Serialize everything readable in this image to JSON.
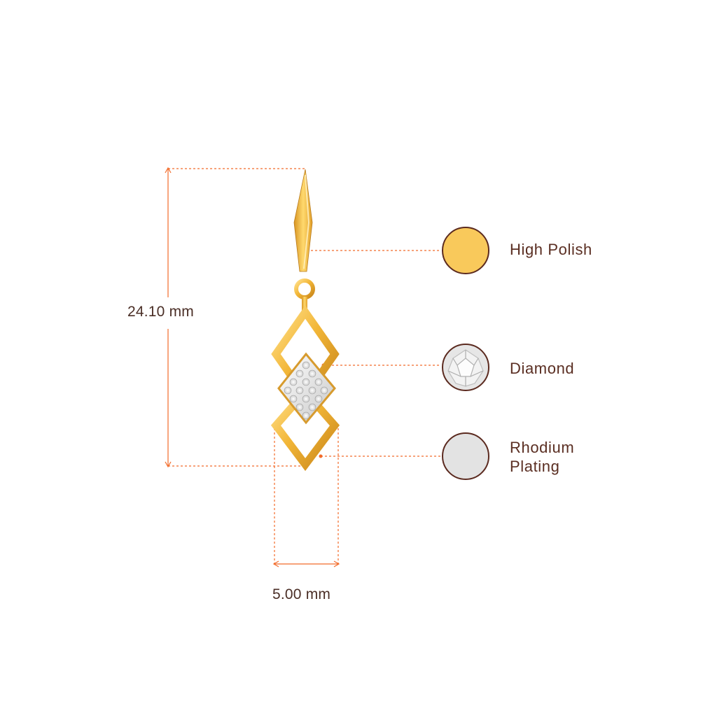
{
  "dimensions": {
    "height_label": "24.10 mm",
    "width_label": "5.00 mm"
  },
  "materials": [
    {
      "label": "High Polish",
      "swatch": "#f9c95b"
    },
    {
      "label": "Diamond",
      "swatch": "#e6e6e6"
    },
    {
      "label": "Rhodium Plating",
      "swatch": "#e3e3e3"
    }
  ],
  "colors": {
    "dimension_line": "#f26b2a",
    "swatch_border": "#5b2a1f",
    "text": "#5a2e22",
    "gold": "#f2b637",
    "gold_dark": "#c9861a"
  }
}
